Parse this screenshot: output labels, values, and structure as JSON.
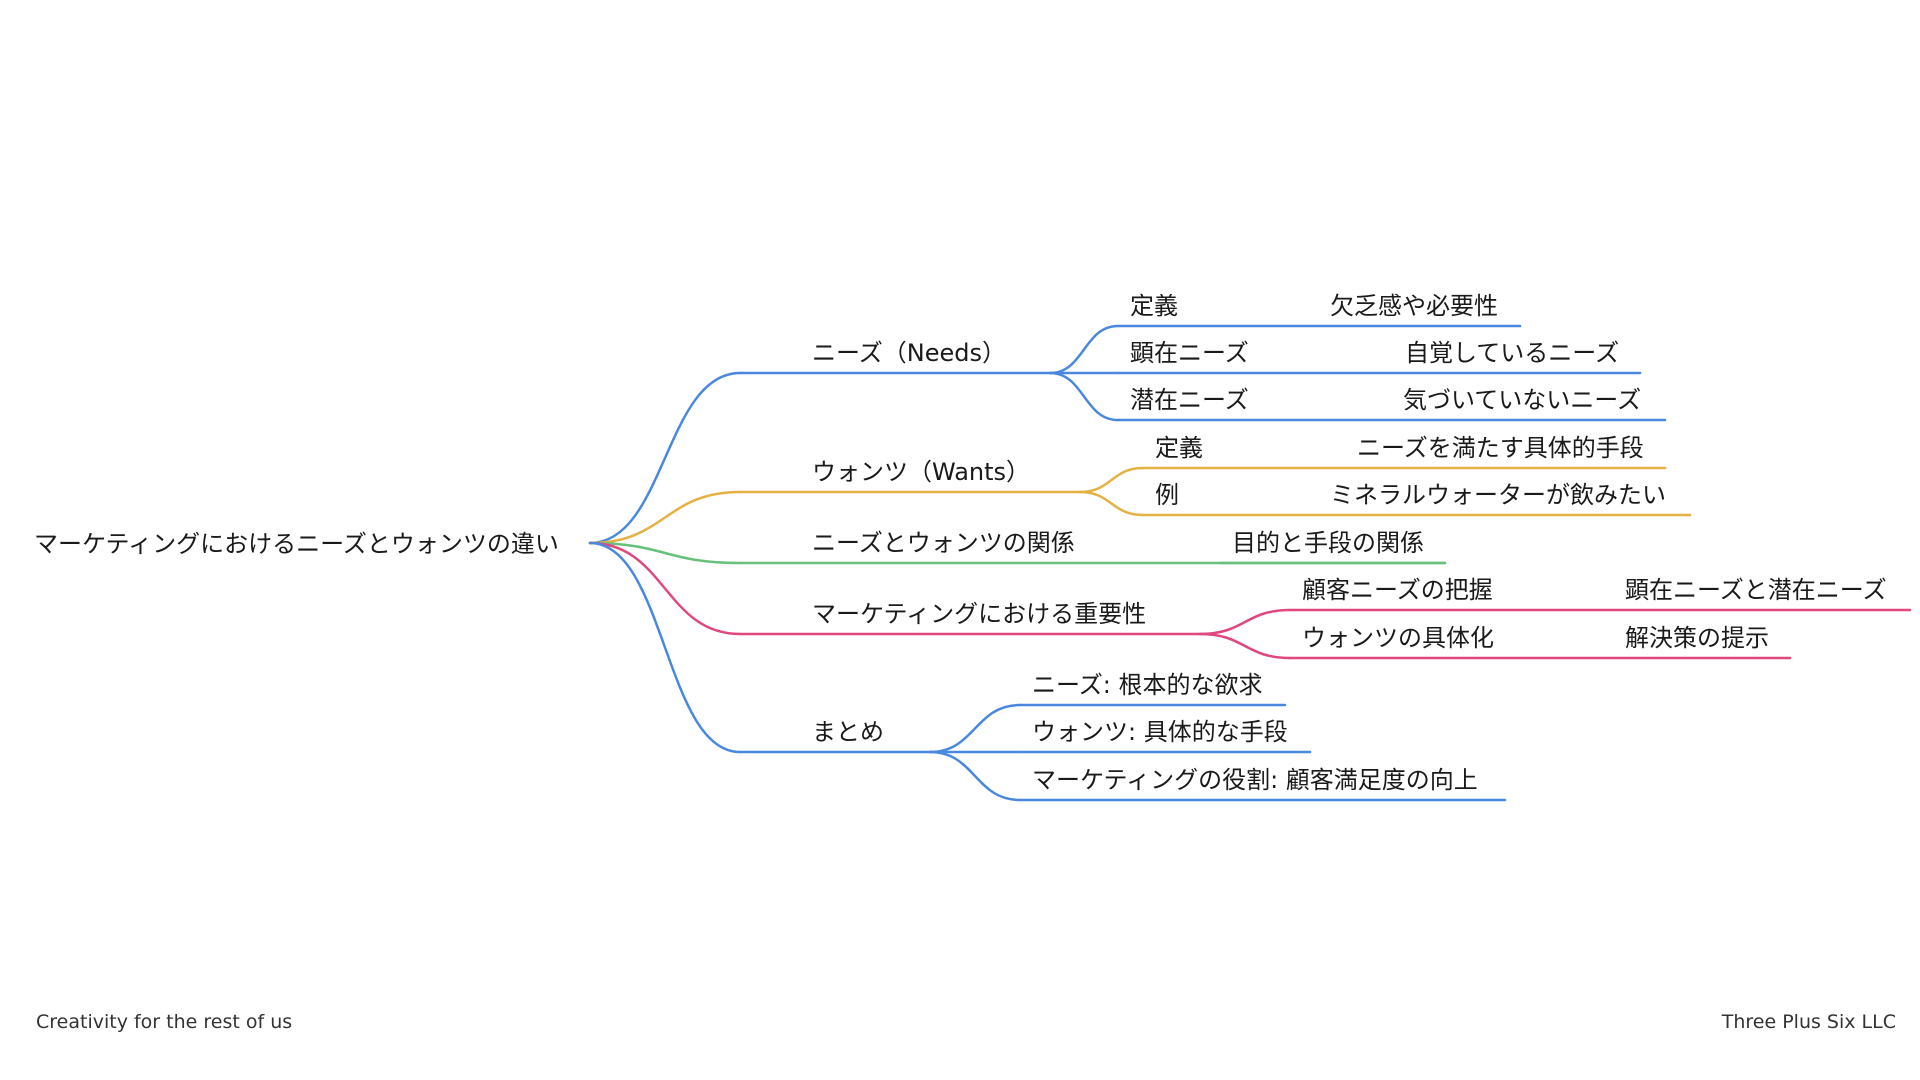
{
  "colors": {
    "blue": "#4a88e0",
    "yellow": "#e6b144",
    "green": "#67c07b",
    "pink": "#e0477e",
    "text": "#1a1a1a"
  },
  "mindmap": {
    "root": "マーケティングにおけるニーズとウォンツの違い",
    "branches": [
      {
        "label": "ニーズ（Needs）",
        "color": "blue",
        "children": [
          {
            "label": "定義",
            "children": [
              {
                "label": "欠乏感や必要性"
              }
            ]
          },
          {
            "label": "顕在ニーズ",
            "children": [
              {
                "label": "自覚しているニーズ"
              }
            ]
          },
          {
            "label": "潜在ニーズ",
            "children": [
              {
                "label": "気づいていないニーズ"
              }
            ]
          }
        ]
      },
      {
        "label": "ウォンツ（Wants）",
        "color": "yellow",
        "children": [
          {
            "label": "定義",
            "children": [
              {
                "label": "ニーズを満たす具体的手段"
              }
            ]
          },
          {
            "label": "例",
            "children": [
              {
                "label": "ミネラルウォーターが飲みたい"
              }
            ]
          }
        ]
      },
      {
        "label": "ニーズとウォンツの関係",
        "color": "green",
        "children": [
          {
            "label": "目的と手段の関係"
          }
        ]
      },
      {
        "label": "マーケティングにおける重要性",
        "color": "pink",
        "children": [
          {
            "label": "顧客ニーズの把握",
            "children": [
              {
                "label": "顕在ニーズと潜在ニーズ"
              }
            ]
          },
          {
            "label": "ウォンツの具体化",
            "children": [
              {
                "label": "解決策の提示"
              }
            ]
          }
        ]
      },
      {
        "label": "まとめ",
        "color": "blue",
        "children": [
          {
            "label": "ニーズ: 根本的な欲求"
          },
          {
            "label": "ウォンツ: 具体的な手段"
          },
          {
            "label": "マーケティングの役割: 顧客満足度の向上"
          }
        ]
      }
    ]
  },
  "footer": {
    "left": "Creativity for the rest of us",
    "right": "Three Plus Six LLC"
  }
}
